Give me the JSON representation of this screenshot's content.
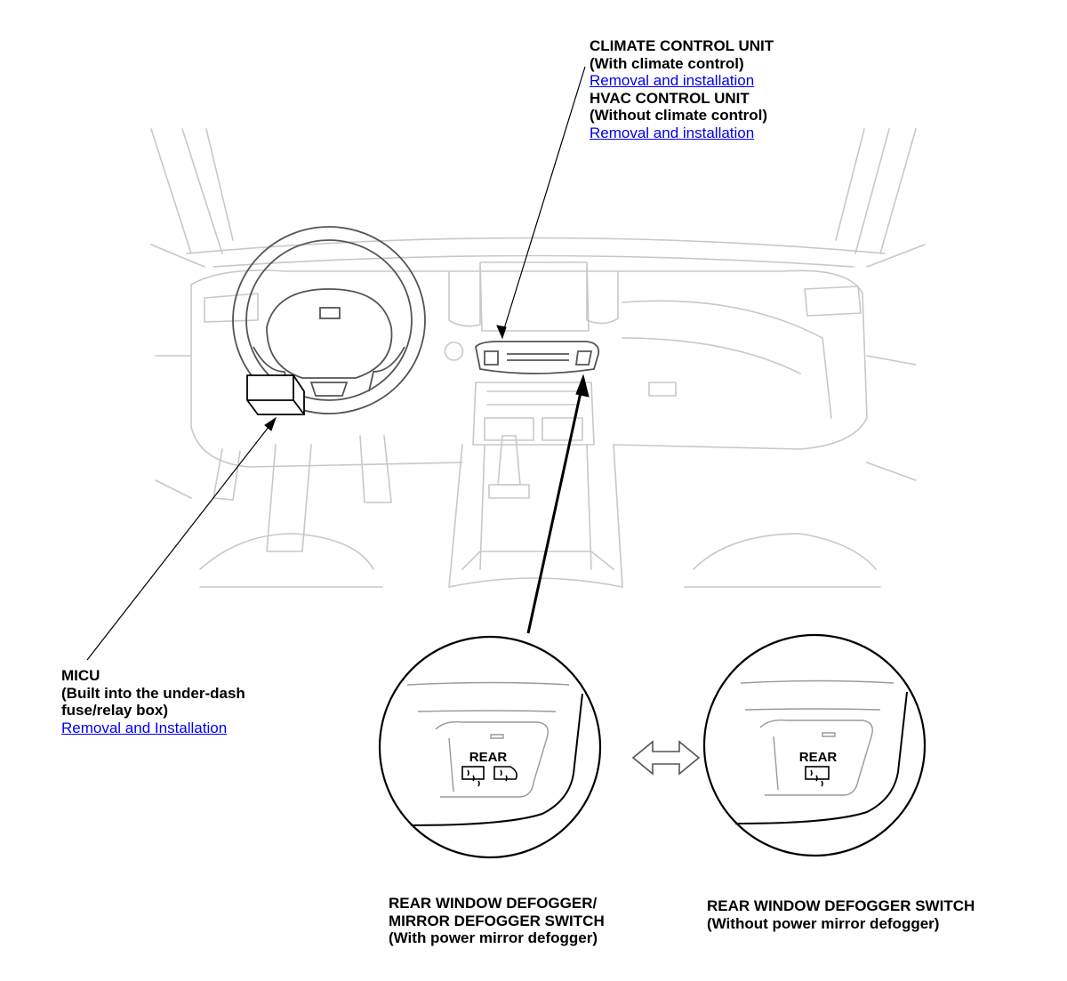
{
  "callouts": {
    "climate": {
      "title": "CLIMATE CONTROL UNIT",
      "condition": "(With climate control)",
      "link": "Removal and installation"
    },
    "hvac": {
      "title": "HVAC CONTROL UNIT",
      "condition": "(Without climate control)",
      "link": "Removal and installation"
    },
    "micu": {
      "title": "MICU",
      "line2": "(Built into the under-dash",
      "line3": "fuse/relay box)",
      "link": "Removal and Installation"
    },
    "switch_with": {
      "line1": "REAR WINDOW DEFOGGER/",
      "line2": "MIRROR DEFOGGER SWITCH",
      "line3": "(With power mirror defogger)"
    },
    "switch_without": {
      "line1": "REAR WINDOW DEFOGGER SWITCH",
      "line2": "(Without power mirror defogger)"
    }
  },
  "switch_face_text": {
    "left": "REAR",
    "right": "REAR"
  },
  "colors": {
    "link": "#0000ee",
    "line_art": "#c8c8c8",
    "detail_art": "#555555"
  }
}
